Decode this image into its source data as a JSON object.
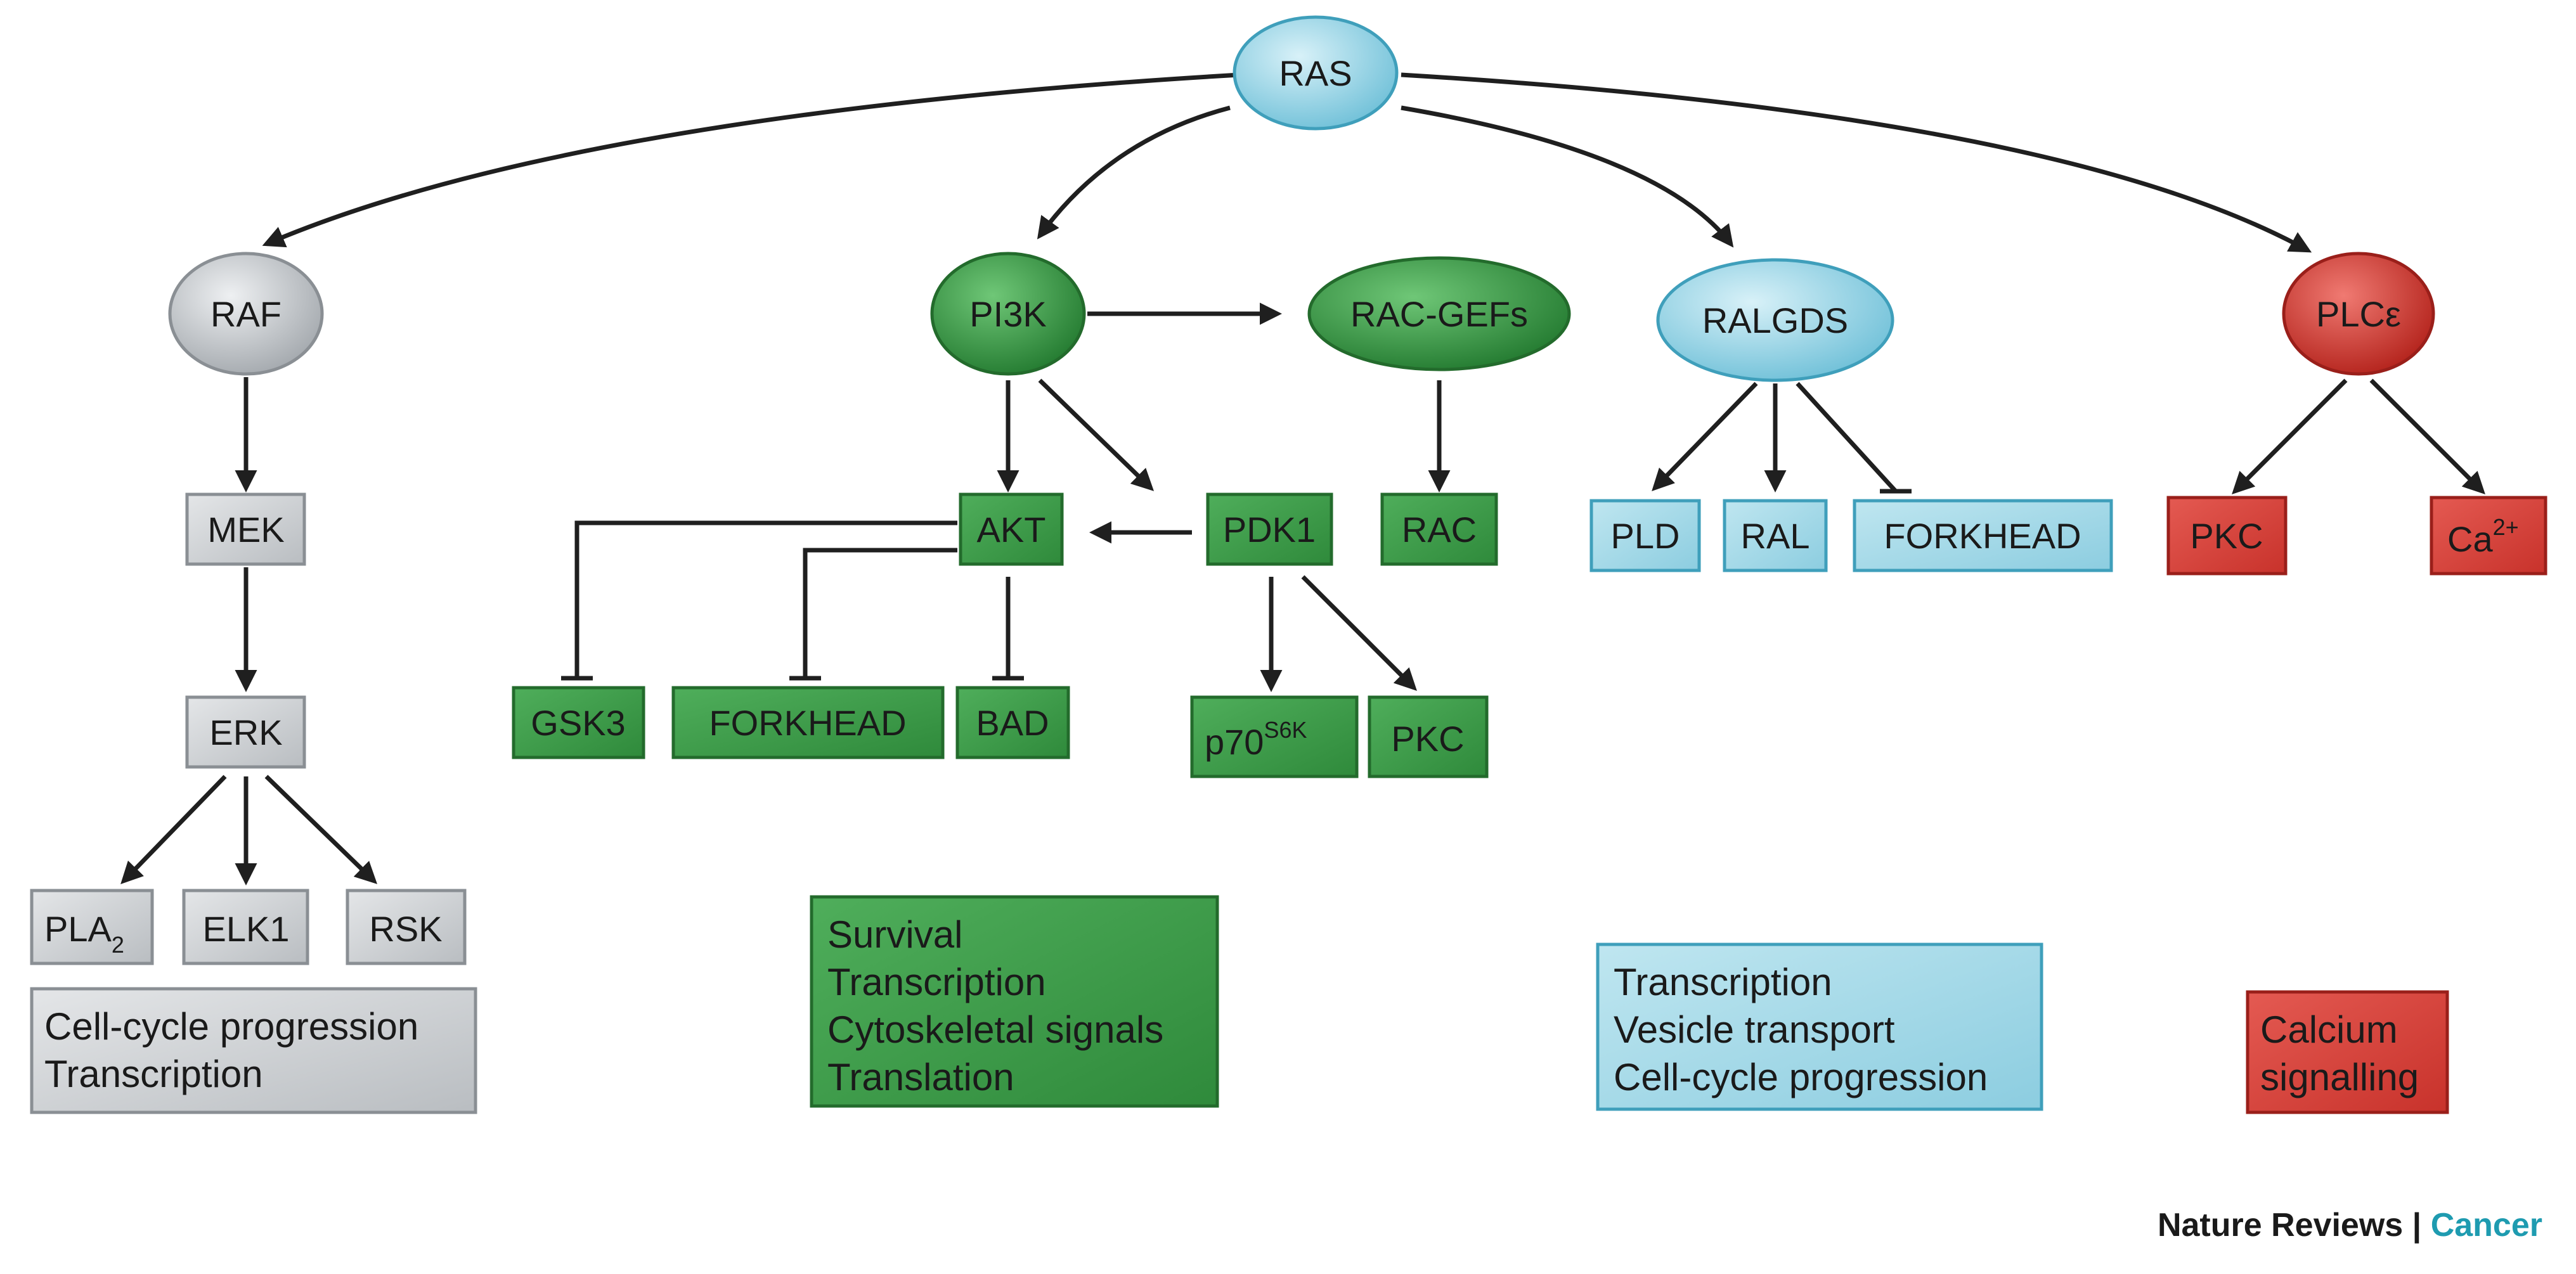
{
  "palette": {
    "grey_fill": "#c9cdd1",
    "grey_stroke": "#8a8f94",
    "green_fill": "#3b9b48",
    "green_stroke": "#236b2c",
    "blue_fill": "#9fd6e5",
    "blue_stroke": "#3f9fbb",
    "red_fill": "#d9463f",
    "red_stroke": "#9a1f1a",
    "arrow": "#1f1f1f",
    "cancer_teal": "#1e9bb0"
  },
  "nodes": {
    "ras": "RAS",
    "raf": "RAF",
    "pi3k": "PI3K",
    "rac_gefs": "RAC-GEFs",
    "ralgds": "RALGDS",
    "plce": "PLCε",
    "mek": "MEK",
    "erk": "ERK",
    "pla2_main": "PLA",
    "pla2_sub": "2",
    "elk1": "ELK1",
    "rsk": "RSK",
    "akt": "AKT",
    "pdk1": "PDK1",
    "rac": "RAC",
    "gsk3": "GSK3",
    "forkhead_green": "FORKHEAD",
    "bad": "BAD",
    "p70_main": "p70",
    "p70_sup": "S6K",
    "pkc_green": "PKC",
    "pld": "PLD",
    "ral": "RAL",
    "forkhead_blue": "FORKHEAD",
    "pkc_red": "PKC",
    "ca_main": "Ca",
    "ca_sup": "2+"
  },
  "outcomes": {
    "raf_branch": [
      "Cell-cycle progression",
      "Transcription"
    ],
    "pi3k_branch": [
      "Survival",
      "Transcription",
      "Cytoskeletal signals",
      "Translation"
    ],
    "ralgds_branch": [
      "Transcription",
      "Vesicle transport",
      "Cell-cycle progression"
    ],
    "plce_branch": [
      "Calcium",
      "signalling"
    ]
  },
  "credit": {
    "journal": "Nature Reviews",
    "separator": " | ",
    "section": "Cancer"
  }
}
